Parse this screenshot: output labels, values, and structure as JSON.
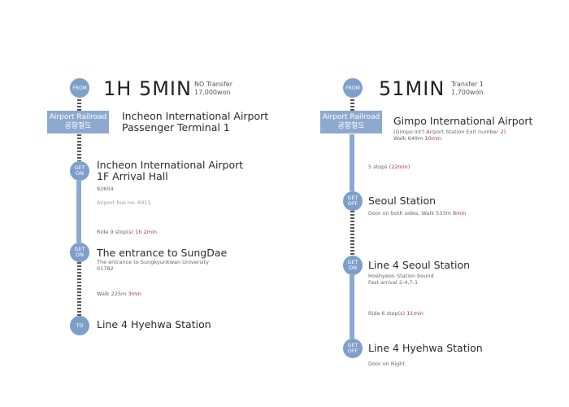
{
  "route1": {
    "from_badge": "FROM",
    "duration": "1H 5MIN",
    "transfer": "NO Transfer",
    "fare": "17,000won",
    "line_name": "Airport Railroad",
    "line_name_kr": "공항철도",
    "origin": "Incheon International Airport",
    "origin_sub": "Passenger Terminal 1",
    "get_on_badge": "GET ON",
    "stop1_title1": "Incheon International Airport",
    "stop1_title2": "1F Arrival Hall",
    "stop1_code": "92604",
    "bus_no": "Airport bus no. 6011",
    "ride_text": "Ride 9 stop(s)",
    "ride_time": "1h 2min",
    "stop2_title": "The entrance to SungDae",
    "stop2_sub1": "The entrance to Sungkyunkwan University",
    "stop2_sub2": "01782",
    "walk_text": "Walk 225m",
    "walk_time": "3min",
    "to_badge": "TO",
    "dest": "Line 4 Hyehwa Station"
  },
  "route2": {
    "from_badge": "FROM",
    "duration": "51MIN",
    "transfer": "Transfer 1",
    "fare": "1,700won",
    "line_name": "Airport Railroad",
    "line_name_kr": "공항철도",
    "origin": "Gimpo International Airport",
    "origin_sub_pre": "(Gimpo Int'l Airport Station Exit number",
    "origin_sub_num": "2)",
    "walk1_text": "Walk 649m",
    "walk1_time": "10min",
    "stops_text": "5 stops",
    "stops_time": "(22min)",
    "get_off_badge": "GET OFF",
    "seoul": "Seoul Station",
    "seoul_sub": "Door on both sides, Walk 533m",
    "seoul_time": "8min",
    "get_on_badge": "GET ON",
    "line4": "Line 4 Seoul Station",
    "line4_sub1": "Hoehyeon Station bound",
    "line4_sub2": "Fast arrival 2-4,7-1",
    "ride_text": "Ride 6 stop(s)",
    "ride_time": "11min",
    "get_off_badge2": "GET OFF",
    "dest": "Line 4 Hyehwa Station",
    "dest_sub": "Door on Right"
  }
}
